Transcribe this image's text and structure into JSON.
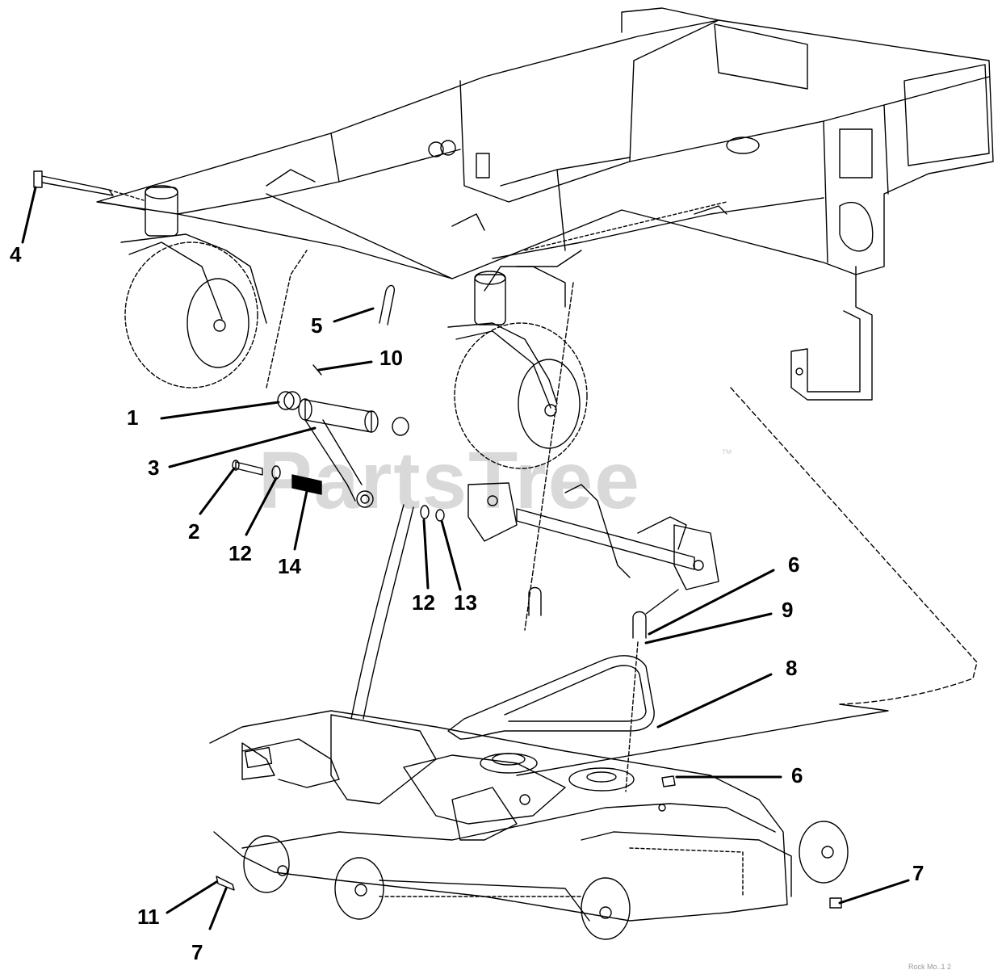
{
  "diagram": {
    "watermark": "PartsTree",
    "trademark": "™",
    "footer_ref": "Rock Mo..1 2",
    "callouts": [
      "1",
      "2",
      "3",
      "4",
      "5",
      "6",
      "6",
      "7",
      "7",
      "8",
      "9",
      "10",
      "11",
      "12",
      "12",
      "13",
      "14"
    ]
  }
}
